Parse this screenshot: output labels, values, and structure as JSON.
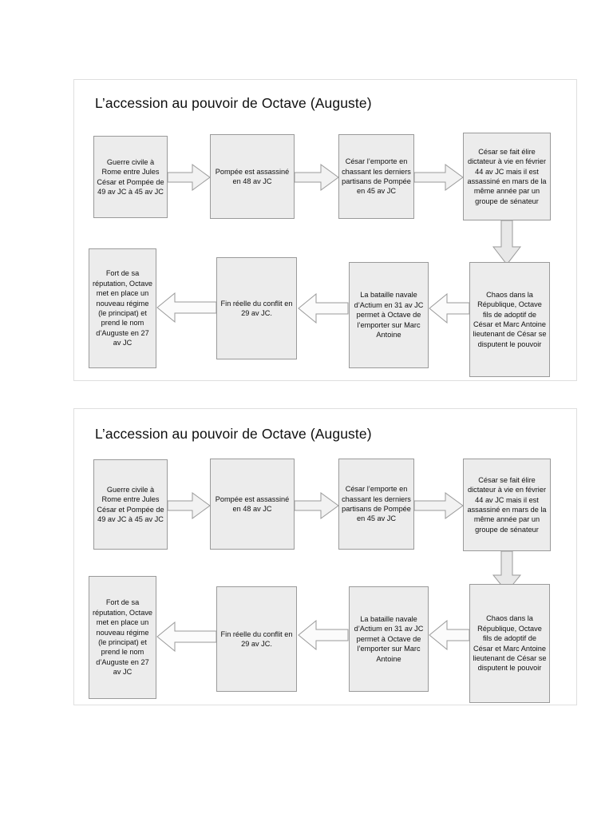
{
  "page": {
    "background": "#ffffff",
    "box_fill": "#ececec",
    "box_border": "#9a9a9a",
    "arrow_fill": "#f2f2f2",
    "arrow_stroke": "#9a9a9a",
    "container_border": "#dfdfdf"
  },
  "diagrams": [
    {
      "title": "L’accession au pouvoir de Octave (Auguste)",
      "row1": [
        "Guerre civile à Rome entre Jules César et Pompée de 49 av JC à 45 av JC",
        "Pompée est assassiné en 48 av JC",
        "César l’emporte en chassant les derniers partisans de Pompée en 45 av JC",
        "César se fait élire dictateur à vie en février 44 av JC mais il est assassiné en mars de la même année par un groupe de sénateur"
      ],
      "row2": [
        "Fort de sa réputation, Octave met en place un nouveau régime (le principat) et prend le nom d’Auguste en 27 av JC",
        "Fin réelle du conflit en 29 av JC.",
        "La bataille navale d’Actium en 31 av JC permet à Octave de l’emporter sur Marc Antoine",
        "Chaos dans la République, Octave fils de adoptif de César et Marc Antoine lieutenant de César se disputent le pouvoir"
      ],
      "connectors": [
        "arrow-right-1",
        "arrow-right-2",
        "arrow-right-3",
        "arrow-down-1",
        "arrow-left-1",
        "arrow-left-2",
        "arrow-left-3"
      ]
    },
    {
      "title": "L’accession au pouvoir de Octave (Auguste)",
      "row1": [
        "Guerre civile à Rome entre Jules César et Pompée de 49 av JC à 45 av JC",
        "Pompée est assassiné en 48 av JC",
        "César l’emporte en chassant les derniers partisans de Pompée en 45 av JC",
        "César se fait élire dictateur à vie en février 44 av JC mais il est assassiné en mars de la même année par un groupe de sénateur"
      ],
      "row2": [
        "Fort de sa réputation, Octave met en place un nouveau régime (le principat) et prend le nom d’Auguste en 27 av JC",
        "Fin réelle du conflit en 29 av JC.",
        "La bataille navale d’Actium en 31 av JC permet à Octave de l’emporter sur Marc Antoine",
        "Chaos dans la République, Octave fils de adoptif de César et Marc Antoine lieutenant de César se disputent le pouvoir"
      ],
      "connectors": [
        "arrow-right-1",
        "arrow-right-2",
        "arrow-right-3",
        "arrow-down-1",
        "arrow-left-1",
        "arrow-left-2",
        "arrow-left-3"
      ]
    }
  ]
}
